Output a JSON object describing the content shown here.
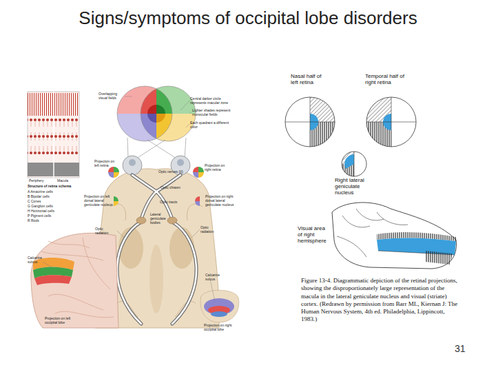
{
  "diagram": {
    "title": "Signs/symptoms of occipital lobe disorders",
    "caption": "Figure 13-4. Diagrammatic depiction of the retinal projections, showing the disproportionately large representation of the macula in the lateral geniculate nucleus and visual (striate) cortex. (Redrawn by permission from Barr ML, Kiernan J: The Human Nervous System, 4th ed. Philadelphia, Lippincott, 1983.)",
    "nodes": [
      {
        "text": [
          "Nasal half of left retina"
        ]
      },
      {
        "text": [
          "Temporal half of right retina"
        ]
      },
      {
        "text": [
          "Right lateral geniculate nucleus"
        ]
      },
      {
        "text": [
          "Visual area of right hemisphere"
        ]
      }
    ],
    "labels": [
      "Overlapping visual fields",
      "Central darker circle represents macular zone",
      "Lighter shades represent monocular fields",
      "Each quadrant a different color",
      "Projection on left retina",
      "Projection on right retina",
      "Optic nerves (II)",
      "Optic chiasm",
      "Projection on left dorsal lateral geniculate nucleus",
      "Projection on right dorsal lateral geniculate nucleus",
      "Optic tracts",
      "Lateral geniculate bodies",
      "Optic radiation",
      "Optic radiation",
      "Calcarine sulcus",
      "Calcarine sulcus",
      "Projection on left occipital lobe",
      "Projection on right occipital lobe",
      "Periphery",
      "Macula",
      "Structure of retina schema",
      "A Amacrine cells",
      "B Bipolar cells",
      "C Cones",
      "G Ganglion cells",
      "H Horizontal cells",
      "P Pigment cells",
      "R Rods",
      "31"
    ]
  }
}
